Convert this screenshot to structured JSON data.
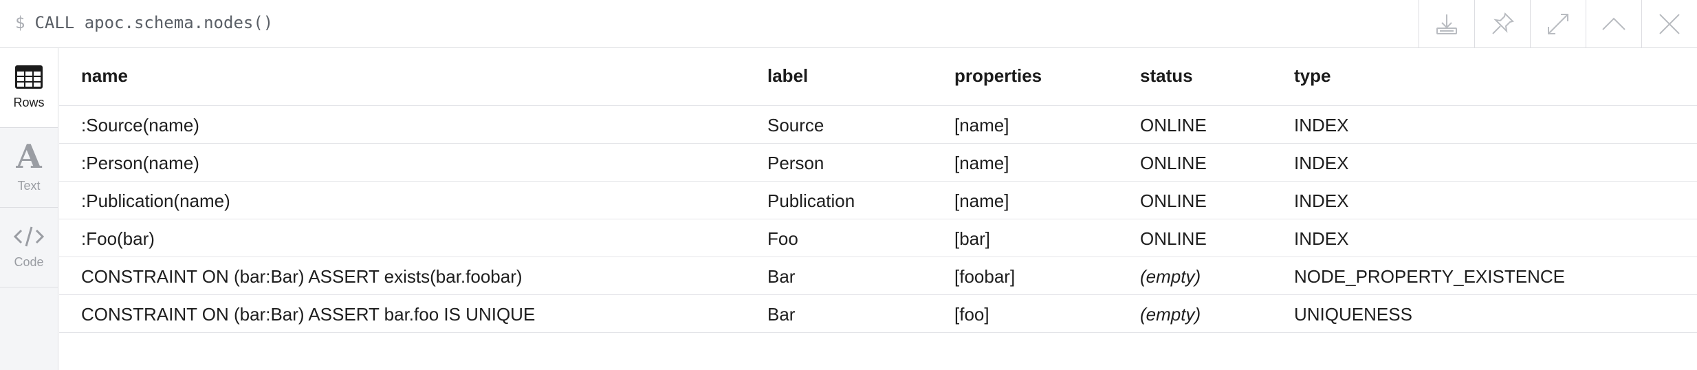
{
  "query": {
    "prompt": "$",
    "text": "CALL apoc.schema.nodes()"
  },
  "toolbar": [
    {
      "name": "download-icon"
    },
    {
      "name": "pin-icon"
    },
    {
      "name": "expand-icon"
    },
    {
      "name": "collapse-icon"
    },
    {
      "name": "close-icon"
    }
  ],
  "sidebar": {
    "items": [
      {
        "label": "Rows",
        "icon": "table-icon",
        "active": true
      },
      {
        "label": "Text",
        "icon": "text-icon",
        "active": false
      },
      {
        "label": "Code",
        "icon": "code-icon",
        "active": false
      }
    ]
  },
  "table": {
    "headers": [
      "name",
      "label",
      "properties",
      "status",
      "type"
    ],
    "rows": [
      [
        ":Source(name)",
        "Source",
        "[name]",
        "ONLINE",
        "INDEX"
      ],
      [
        ":Person(name)",
        "Person",
        "[name]",
        "ONLINE",
        "INDEX"
      ],
      [
        ":Publication(name)",
        "Publication",
        "[name]",
        "ONLINE",
        "INDEX"
      ],
      [
        ":Foo(bar)",
        "Foo",
        "[bar]",
        "ONLINE",
        "INDEX"
      ],
      [
        "CONSTRAINT ON (bar:Bar) ASSERT exists(bar.foobar)",
        "Bar",
        "[foobar]",
        "(empty)",
        "NODE_PROPERTY_EXISTENCE"
      ],
      [
        "CONSTRAINT ON (bar:Bar) ASSERT bar.foo IS UNIQUE",
        "Bar",
        "[foo]",
        "(empty)",
        "UNIQUENESS"
      ]
    ]
  }
}
